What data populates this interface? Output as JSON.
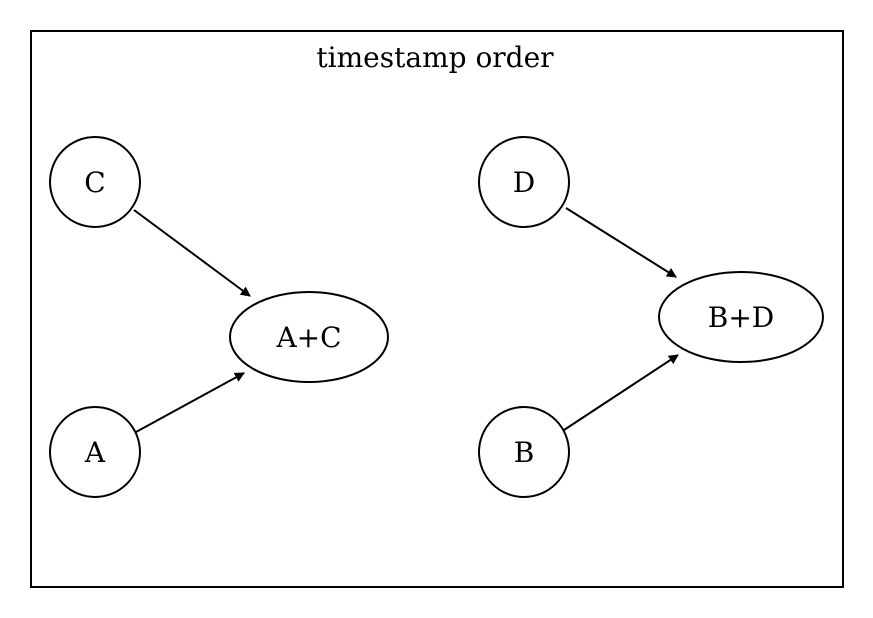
{
  "cluster": {
    "title": "timestamp order"
  },
  "nodes": {
    "c": "C",
    "a": "A",
    "ac": "A+C",
    "d": "D",
    "b": "B",
    "bd": "B+D"
  },
  "edges": [
    {
      "from": "C",
      "to": "A+C"
    },
    {
      "from": "A",
      "to": "A+C"
    },
    {
      "from": "D",
      "to": "B+D"
    },
    {
      "from": "B",
      "to": "B+D"
    }
  ],
  "colors": {
    "stroke": "#000000",
    "background": "#ffffff"
  }
}
